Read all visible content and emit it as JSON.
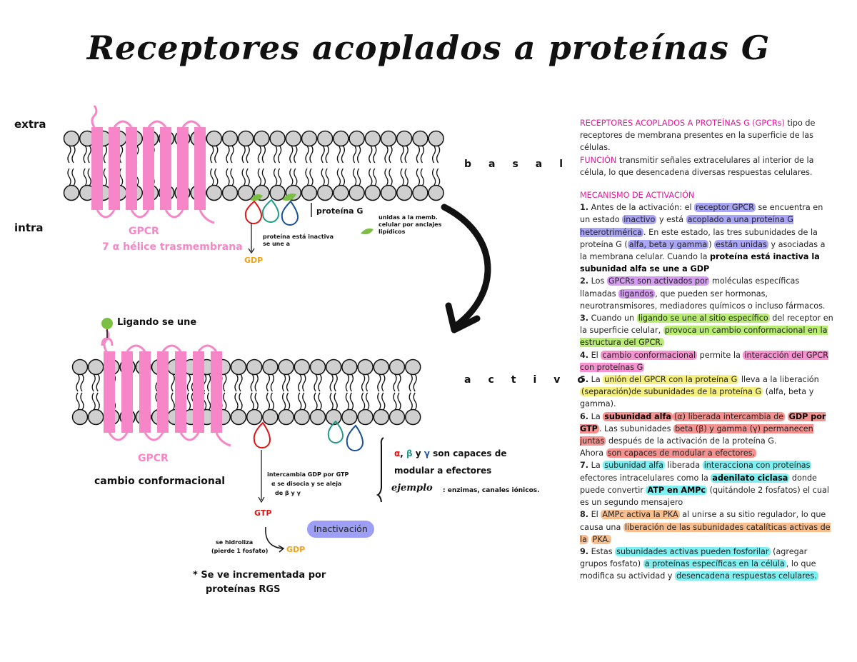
{
  "title": "Receptores acoplados a proteínas G",
  "labels": {
    "extra": "extra",
    "intra": "intra",
    "basal": "basal",
    "activo": "activo",
    "gpcr_top": "GPCR",
    "helice": "7 α hélice trasmembrana",
    "proteina_g": "proteína G",
    "unidos_membrana": "unidas a la memb. celular por anclajes lipídicos",
    "proteina_inactiva": "proteína está inactiva se une a",
    "gdp_top": "GDP",
    "ligando_une": "Ligando se une",
    "gpcr_bottom": "GPCR",
    "cambio": "cambio conformacional",
    "capaces": "α , β y γ son capaces de",
    "modular": "modular a efectores",
    "ejemplo": "ejemplo",
    "ejemplo_rest": ": enzimas, canales iónicos.",
    "intercambia": "intercambia GDP por GTP",
    "disocia": "α se disocia y se aleja",
    "de_by": "de β y γ",
    "gtp": "GTP",
    "hidroliza": "se hidroliza",
    "pierde": "(pierde 1 fosfato)",
    "gdp_bottom": "GDP",
    "inactivacion": "Inactivación",
    "incrementada_1": "* Se ve incrementada por",
    "incrementada_2": "proteínas RGS",
    "alpha": "α",
    "beta": "β",
    "gamma": "γ"
  },
  "notes": {
    "header": "RECEPTORES ACOPLADOS A PROTEÍNAS G (GPCRs)",
    "def": "tipo de receptores de membrana presentes en la superficie de las células.",
    "funcion_label": "FUNCIÓN",
    "funcion": "transmitir señales extracelulares al interior de la célula, lo que desencadena diversas respuestas celulares.",
    "mecanismo": "MECANISMO DE ACTIVACIÓN",
    "s1": [
      "1.",
      "Antes de la activación: el",
      "receptor GPCR",
      "se encuentra en un estado",
      "inactivo",
      "y está",
      "acoplado a una proteína G heterotrimérica",
      ". En este estado, las tres subunidades de la proteína G (",
      "alfa, beta y gamma",
      ")",
      "están unidas",
      "y asociadas a la membrana celular. Cuando la",
      "proteína está inactiva la subunidad alfa se une a GDP"
    ],
    "s2": [
      "2.",
      "Los",
      "GPCRs son activados por",
      "moléculas específicas llamadas",
      "ligandos",
      ", que pueden ser hormonas, neurotransmisores, mediadores químicos o incluso fármacos."
    ],
    "s3": [
      "3.",
      "Cuando un",
      "ligando se une al sitio específico",
      "del receptor en la superficie celular,",
      "provoca un cambio conformacional en la estructura del GPCR."
    ],
    "s4": [
      "4.",
      "El",
      "cambio conformacional",
      "permite la",
      "interacción del GPCR con proteínas G"
    ],
    "s5": [
      "5.",
      "La",
      "unión del GPCR con la proteína G",
      "lleva a la liberación",
      "(separación)de subunidades de la proteína G",
      "(alfa, beta y gamma)."
    ],
    "s6": [
      "6.",
      "La",
      "subunidad alfa",
      "(α) liberada intercambia de",
      "GDP por GTP",
      ". Las subunidades",
      "beta (β) y gamma (γ) permanecen juntas",
      "después de la activación de la proteína G.",
      "Ahora",
      "son capaces de modular a efectores."
    ],
    "s7": [
      "7.",
      "La",
      "subunidad alfa",
      "liberada",
      "interacciona con proteínas",
      "efectores intracelulares como la",
      "adenilato ciclasa",
      "donde puede convertir",
      "ATP en AMPc",
      "(quitándole 2 fosfatos) el cual es un segundo mensajero"
    ],
    "s8": [
      "8.",
      "El",
      "AMPc activa la PKA",
      "al unirse a su sitio regulador, lo que causa una",
      "liberación de las subunidades catalíticas activas de la",
      "PKA."
    ],
    "s9": [
      "9.",
      "Estas",
      "subunidades activas pueden fosforilar",
      "(agregar grupos fosfato)",
      "a proteínas específicas en la célula",
      ", lo que modifica su actividad y",
      "desencadena respuestas celulares."
    ]
  },
  "colors": {
    "receptor_pink": "#f786c8",
    "head_gray": "#cfcfcf",
    "alpha_red": "#e01414",
    "beta_green": "#1f9a86",
    "gamma_blue": "#1a4f9a",
    "gdp_orange": "#f2a218",
    "ligand_green": "#7bc043",
    "accent_pink": "#e6199a"
  }
}
